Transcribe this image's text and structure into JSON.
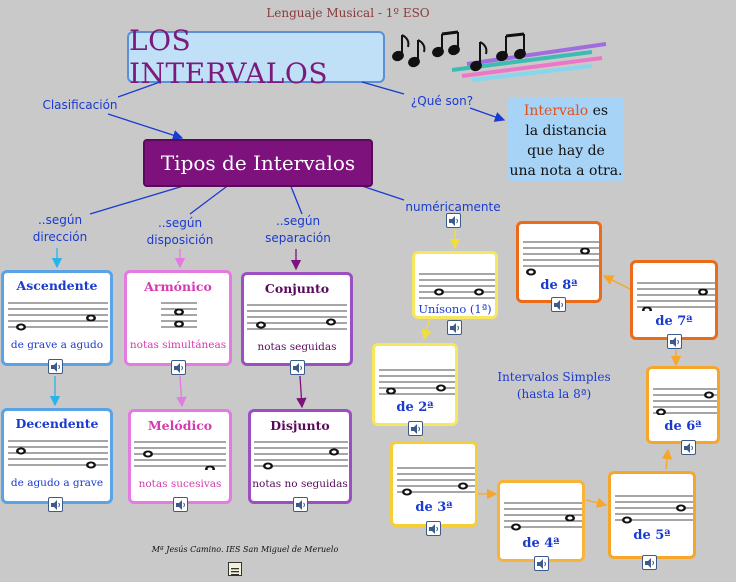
{
  "header": "Lenguaje Musical - 1º ESO",
  "title": "LOS INTERVALOS",
  "links": {
    "clasificacion": "Clasificación",
    "que_son": "¿Qué son?",
    "direccion": [
      "..según",
      "dirección"
    ],
    "disposicion": [
      "..según",
      "disposición"
    ],
    "separacion": [
      "..según",
      "separación"
    ],
    "numericamente": "numéricamente"
  },
  "definition": {
    "highlight": "Intervalo",
    "rest1": " es",
    "rest2": "la distancia",
    "rest3": "que hay de",
    "rest4": "una nota a otra."
  },
  "tipos": "Tipos de Intervalos",
  "cards": {
    "ascendente": {
      "title": "Ascendente",
      "sub": "de grave a agudo"
    },
    "decendente": {
      "title": "Decendente",
      "sub": "de agudo a grave"
    },
    "armonico": {
      "title": "Armónico",
      "sub": "notas simultáneas"
    },
    "melodico": {
      "title": "Melódico",
      "sub": "notas sucesivas"
    },
    "conjunto": {
      "title": "Conjunto",
      "sub": "notas seguidas"
    },
    "disjunto": {
      "title": "Disjunto",
      "sub": "notas no seguidas"
    },
    "unisono": {
      "sub": "Unísono (1ª)"
    },
    "segunda": {
      "sub": "de 2ª"
    },
    "tercera": {
      "sub": "de 3ª"
    },
    "cuarta": {
      "sub": "de 4ª"
    },
    "quinta": {
      "sub": "de 5ª"
    },
    "sexta": {
      "sub": "de 6ª"
    },
    "septima": {
      "sub": "de 7ª"
    },
    "octava": {
      "sub": "de 8ª"
    }
  },
  "intervalos_simples": [
    "Intervalos Simples",
    "(hasta la 8ª)"
  ],
  "footer": "Mª Jesús Camino. IES San Miguel de Meruelo",
  "colors": {
    "title_text": "#7b1a7a",
    "tipos_bg": "#7e127c",
    "link_text": "#1a3ad0",
    "arrow_blue": "#1a3ad0",
    "arrow_cyan": "#2ab3e8",
    "arrow_pink": "#e37be0",
    "arrow_purple": "#7e127c",
    "arrow_yellow": "#f7e760",
    "arrow_orange": "#f6a62a"
  },
  "icons": {
    "speaker": "speaker-icon",
    "notes": "music-notes-icon",
    "footer": "document-icon"
  }
}
